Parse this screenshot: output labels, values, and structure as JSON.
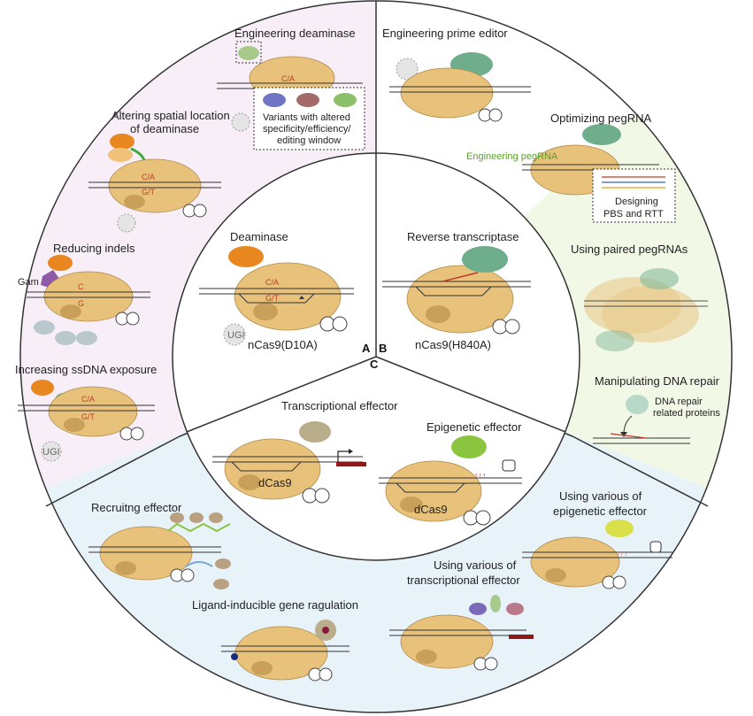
{
  "sections": {
    "a_label": "A",
    "b_label": "B",
    "c_label": "C"
  },
  "inner": {
    "deaminase": "Deaminase",
    "nCas9_d10a": "nCas9(D10A)",
    "reverse_transcriptase": "Reverse transcriptase",
    "nCas9_h840a": "nCas9(H840A)",
    "transcriptional_effector": "Transcriptional effector",
    "epigenetic_effector": "Epigenetic effector",
    "dcas9_left": "dCas9",
    "dcas9_right": "dCas9",
    "ugi": "UGI",
    "ca": "C/A",
    "gt": "G/T"
  },
  "outer_a": {
    "engineering_deaminase": "Engineering deaminase",
    "variants_line1": "Variants with altered",
    "variants_line2": "specificity/efficiency/",
    "variants_line3": "editing window",
    "altering_line1": "Altering spatial location",
    "altering_line2": "of deaminase",
    "reducing_indels": "Reducing indels",
    "gam": "Gam",
    "increasing_ssdna": "Increasing ssDNA exposure",
    "ugi": "UGI",
    "c": "C",
    "g": "G",
    "ca": "C/A",
    "gt": "G/T"
  },
  "outer_b": {
    "engineering_prime_editor": "Engineering prime editor",
    "optimizing_pegrna": "Optimizing pegRNA",
    "engineering_pegrna": "Engineering pegRNA",
    "designing_line1": "Designing",
    "designing_line2": "PBS and RTT",
    "using_paired": "Using paired pegRNAs",
    "manipulating_dna_repair": "Manipulating DNA repair",
    "dna_repair_line1": "DNA repair",
    "dna_repair_line2": "related proteins"
  },
  "outer_c": {
    "recruiting_effector": "Recruitng effector",
    "ligand_inducible": "Ligand-inducible gene ragulation",
    "various_transcriptional_line1": "Using various of",
    "various_transcriptional_line2": "transcriptional effector",
    "various_epigenetic_line1": "Using various of",
    "various_epigenetic_line2": "epigenetic effector"
  },
  "colors": {
    "region_a": "#f7eef8",
    "region_b": "#f1f8e6",
    "region_c": "#e7f3f8",
    "cas9": "#e8c27a",
    "cas9_dark": "#c9a05a",
    "deaminase": "#e8861f",
    "rt": "#6fae8c",
    "epigenetic": "#8bc43f",
    "transcriptional": "#b9ad8c"
  }
}
